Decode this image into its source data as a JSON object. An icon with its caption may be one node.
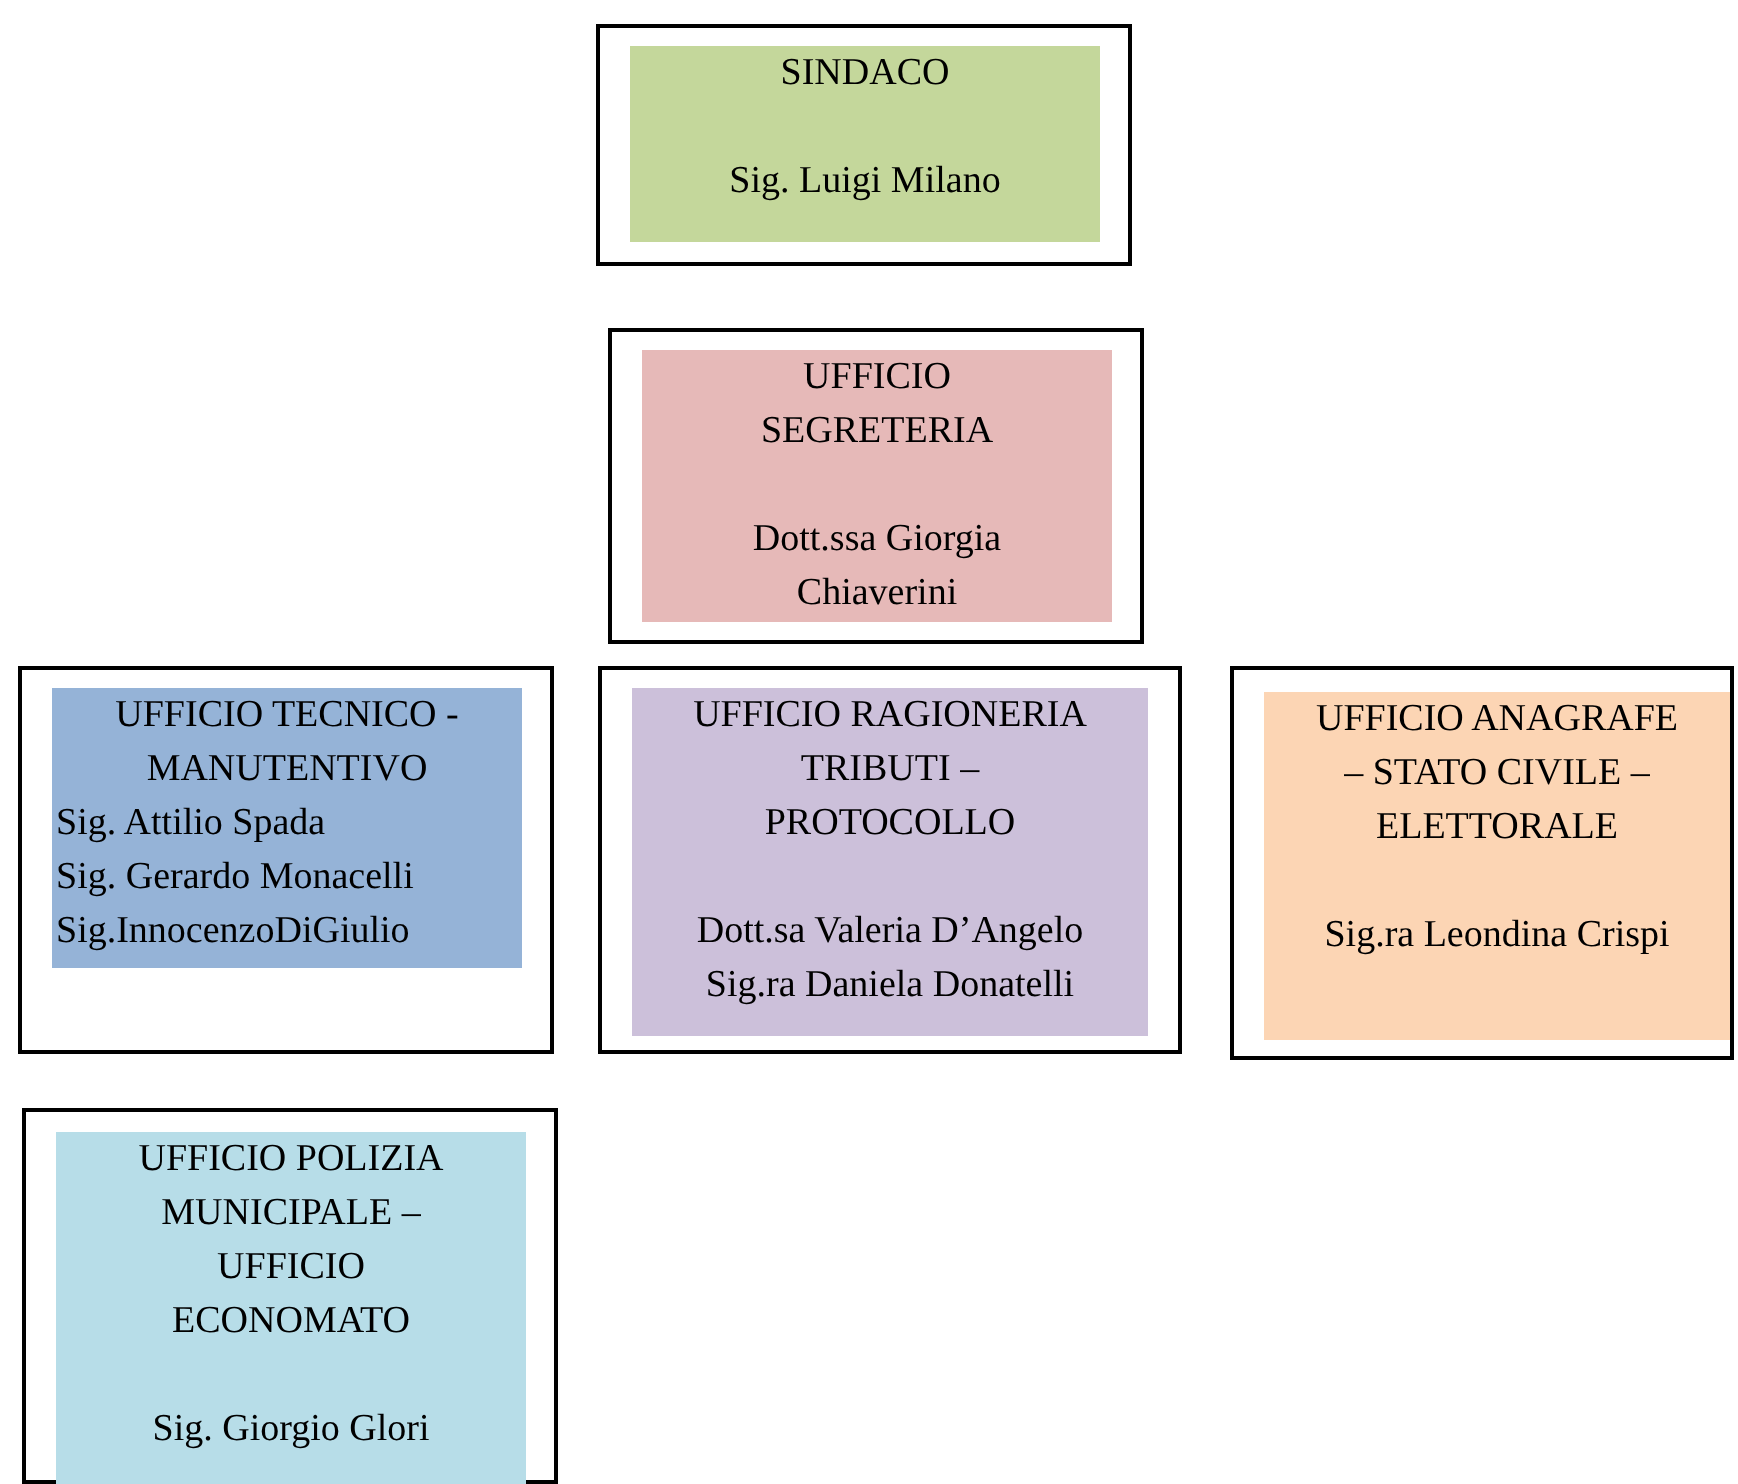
{
  "diagram": {
    "nodes": [
      {
        "text": [],
        "shape": "box"
      },
      {
        "text": [
          "SINDACO",
          "Sig. Luigi Milano"
        ],
        "in": 0
      },
      {
        "text": [],
        "shape": "box"
      },
      {
        "text": [
          "UFFICIO SEGRETERIA",
          "Dott.ssa Giorgia Chiaverini"
        ],
        "in": 2
      },
      {
        "text": [],
        "shape": "box"
      },
      {
        "text": [
          "UFFICIO TECNICO - MANUTENTIVO",
          "Sig. Attilio Spada",
          "Sig. Gerardo Monacelli",
          "Sig.InnocenzoDiGiulio"
        ],
        "in": 4
      },
      {
        "text": [],
        "shape": "box"
      },
      {
        "text": [
          "UFFICIO RAGIONERIA TRIBUTI – PROTOCOLLO",
          "Dott.sa Valeria D’Angelo",
          "Sig.ra Daniela Donatelli"
        ],
        "in": 6
      },
      {
        "text": [],
        "shape": "box"
      },
      {
        "text": [
          "UFFICIO ANAGRAFE – STATO CIVILE – ELETTORALE",
          "Sig.ra Leondina Crispi"
        ],
        "in": 8
      },
      {
        "text": [],
        "shape": "box"
      },
      {
        "text": [
          "UFFICIO POLIZIA MUNICIPALE – UFFICIO ECONOMATO",
          "Sig. Giorgio Glori"
        ],
        "in": 10
      }
    ]
  }
}
